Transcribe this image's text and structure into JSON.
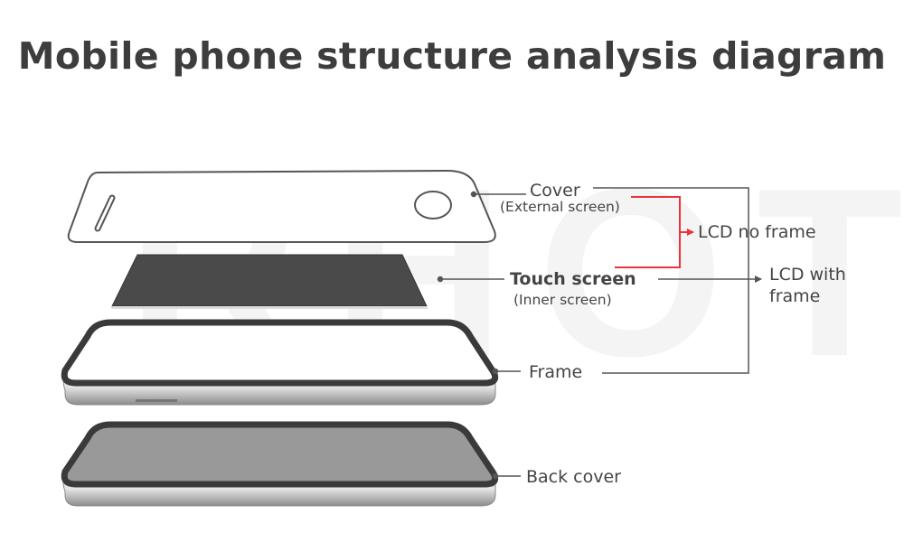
{
  "title": "Mobile phone structure analysis diagram",
  "watermark": "RHOT",
  "labels": {
    "cover": "Cover",
    "cover_sub": "(External screen)",
    "touch": "Touch screen",
    "touch_sub": "(Inner screen)",
    "frame": "Frame",
    "back_cover": "Back cover",
    "lcd_no_frame": "LCD no frame",
    "lcd_with_frame_1": "LCD with",
    "lcd_with_frame_2": "frame"
  },
  "colors": {
    "text": "#444444",
    "title": "#3d3d3d",
    "leader_line": "#555555",
    "accent": "#e8343a",
    "touch_panel": "#4a4a4a",
    "frame_metal": "#a9a9a9",
    "back_fill": "#999999"
  }
}
